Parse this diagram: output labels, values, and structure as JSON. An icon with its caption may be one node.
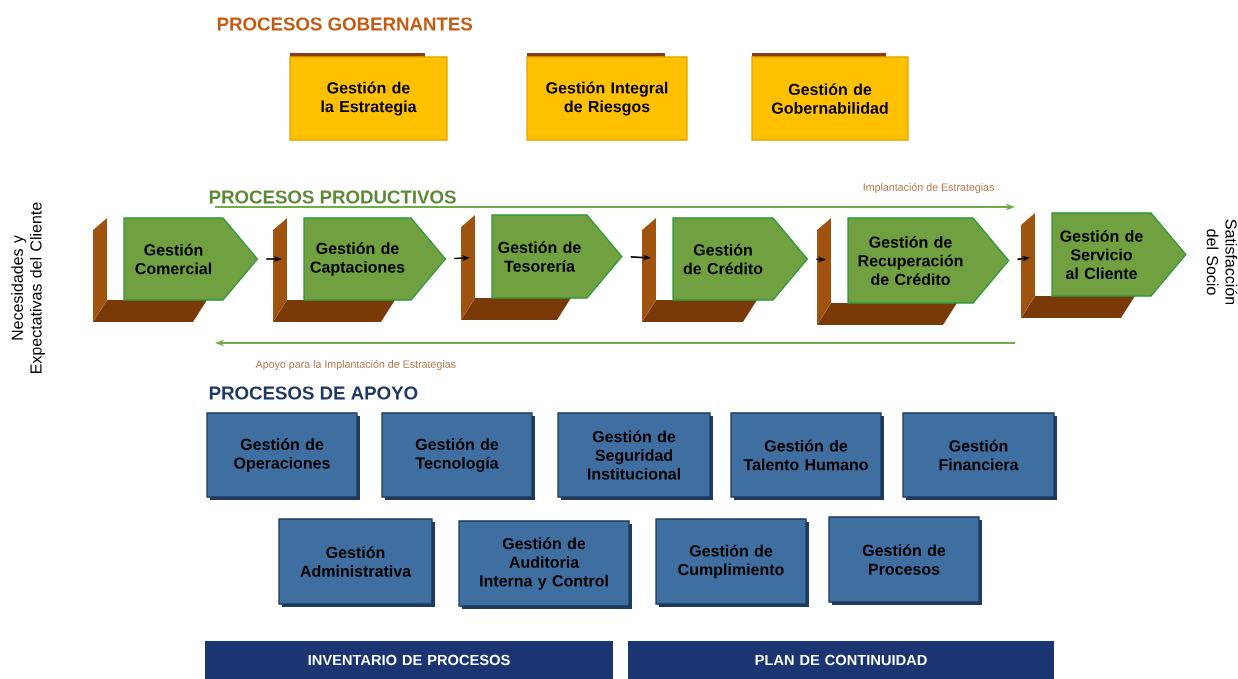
{
  "diagram": {
    "nodes": [
      {
        "text": [
          "Gestión de la Estrategia"
        ]
      },
      {
        "text": [
          "Gestión Integral de Riesgos"
        ]
      },
      {
        "text": [
          "Gestión de Gobernabilidad"
        ]
      },
      {
        "text": [
          "Gestión Comercial"
        ]
      },
      {
        "text": [
          "Gestión de Captaciones"
        ]
      },
      {
        "text": [
          "Gestión de Tesorería"
        ]
      },
      {
        "text": [
          "Gestión de Crédito"
        ]
      },
      {
        "text": [
          "Gestión de Recuperación de Crédito"
        ]
      },
      {
        "text": [
          "Gestión de Servicio al Cliente"
        ]
      },
      {
        "text": [
          "Gestión de Operaciones"
        ]
      },
      {
        "text": [
          "Gestión de Tecnología"
        ]
      },
      {
        "text": [
          "Gestión de Seguridad Institucional"
        ]
      },
      {
        "text": [
          "Gestión de Talento Humano"
        ]
      },
      {
        "text": [
          "Gestión Financiera"
        ]
      },
      {
        "text": [
          "Gestión Administrativa"
        ]
      },
      {
        "text": [
          "Gestión de Auditoria Interna y Control"
        ]
      },
      {
        "text": [
          "Gestión de Cumplimiento"
        ]
      },
      {
        "text": [
          "Gestión de Procesos"
        ]
      },
      {
        "text": [
          "INVENTARIO DE PROCESOS"
        ]
      },
      {
        "text": [
          "PLAN DE CONTINUIDAD"
        ]
      }
    ],
    "edges": [
      {
        "from": 3,
        "to": 4,
        "arrow": "to"
      },
      {
        "from": 4,
        "to": 5,
        "arrow": "to"
      },
      {
        "from": 5,
        "to": 6,
        "arrow": "to"
      },
      {
        "from": 6,
        "to": 7,
        "arrow": "to"
      },
      {
        "from": 7,
        "to": 8,
        "arrow": "to"
      }
    ],
    "labels": [
      "PROCESOS GOBERNANTES",
      "Necesidades y Expectativas del Cliente",
      "PROCESOS PRODUCTIVOS",
      "Implantación de Estrategias",
      "Satisfacción del Socio",
      "Apoyo para la Implantación de Estrategias",
      "PROCESOS DE APOYO"
    ]
  }
}
